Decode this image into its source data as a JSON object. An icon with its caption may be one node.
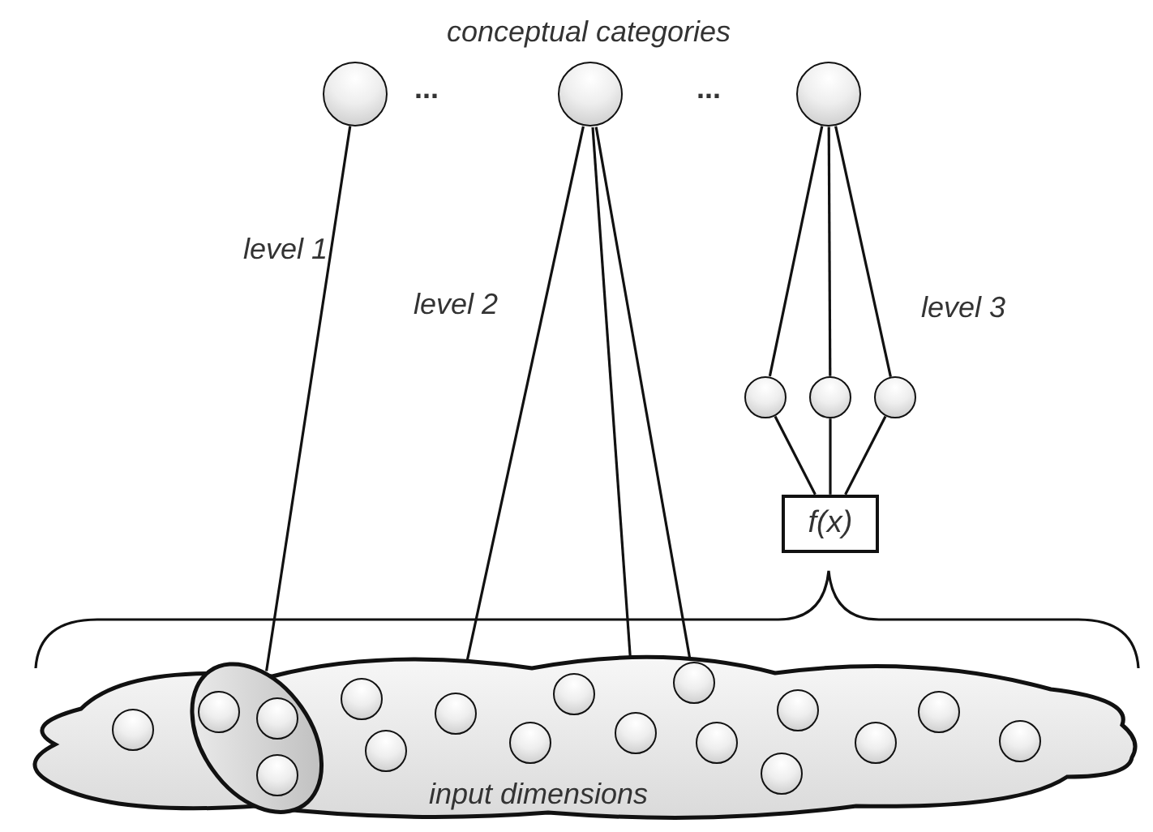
{
  "diagram": {
    "nodes": [
      {
        "text": [],
        "shape": "circle"
      },
      {
        "text": [],
        "shape": "circle"
      },
      {
        "text": [],
        "shape": "circle"
      },
      {
        "text": [],
        "shape": "circle"
      },
      {
        "text": [],
        "shape": "circle"
      },
      {
        "text": [],
        "shape": "circle"
      },
      {
        "text": [
          "f(x)"
        ]
      },
      {
        "text": [
          "input dimensions"
        ]
      },
      {
        "text": [],
        "shape": "circle",
        "in": 7
      },
      {
        "text": [],
        "shape": "ellipse",
        "in": 7
      },
      {
        "text": [],
        "shape": "circle",
        "in": 9
      },
      {
        "text": [],
        "shape": "circle",
        "in": 9
      },
      {
        "text": [],
        "shape": "circle",
        "in": 9
      },
      {
        "text": [],
        "shape": "circle",
        "in": 7
      },
      {
        "text": [],
        "shape": "circle",
        "in": 7
      },
      {
        "text": [],
        "shape": "circle",
        "in": 7
      },
      {
        "text": [],
        "shape": "circle",
        "in": 7
      },
      {
        "text": [],
        "shape": "circle",
        "in": 7
      },
      {
        "text": [],
        "shape": "circle",
        "in": 7
      },
      {
        "text": [],
        "shape": "circle",
        "in": 7
      },
      {
        "text": [],
        "shape": "circle",
        "in": 7
      },
      {
        "text": [],
        "shape": "circle",
        "in": 7
      },
      {
        "text": [],
        "shape": "circle",
        "in": 7
      },
      {
        "text": [],
        "shape": "circle",
        "in": 7
      },
      {
        "text": [],
        "shape": "circle",
        "in": 7
      },
      {
        "text": [],
        "shape": "circle",
        "in": 7
      }
    ],
    "edges": [
      {
        "from": 0,
        "to": 9,
        "arrow": "none"
      },
      {
        "from": 1,
        "to": 15,
        "arrow": "none"
      },
      {
        "from": 1,
        "to": 18,
        "arrow": "none"
      },
      {
        "from": 1,
        "to": 19,
        "arrow": "none"
      },
      {
        "from": 2,
        "to": 3,
        "arrow": "none"
      },
      {
        "from": 2,
        "to": 4,
        "arrow": "none"
      },
      {
        "from": 2,
        "to": 5,
        "arrow": "none"
      },
      {
        "from": 3,
        "to": 6,
        "arrow": "none"
      },
      {
        "from": 4,
        "to": 6,
        "arrow": "none"
      },
      {
        "from": 5,
        "to": 6,
        "arrow": "none"
      }
    ],
    "labels": [
      "conceptual categories",
      "...",
      "...",
      "level 1",
      "level 2",
      "level 3"
    ]
  }
}
